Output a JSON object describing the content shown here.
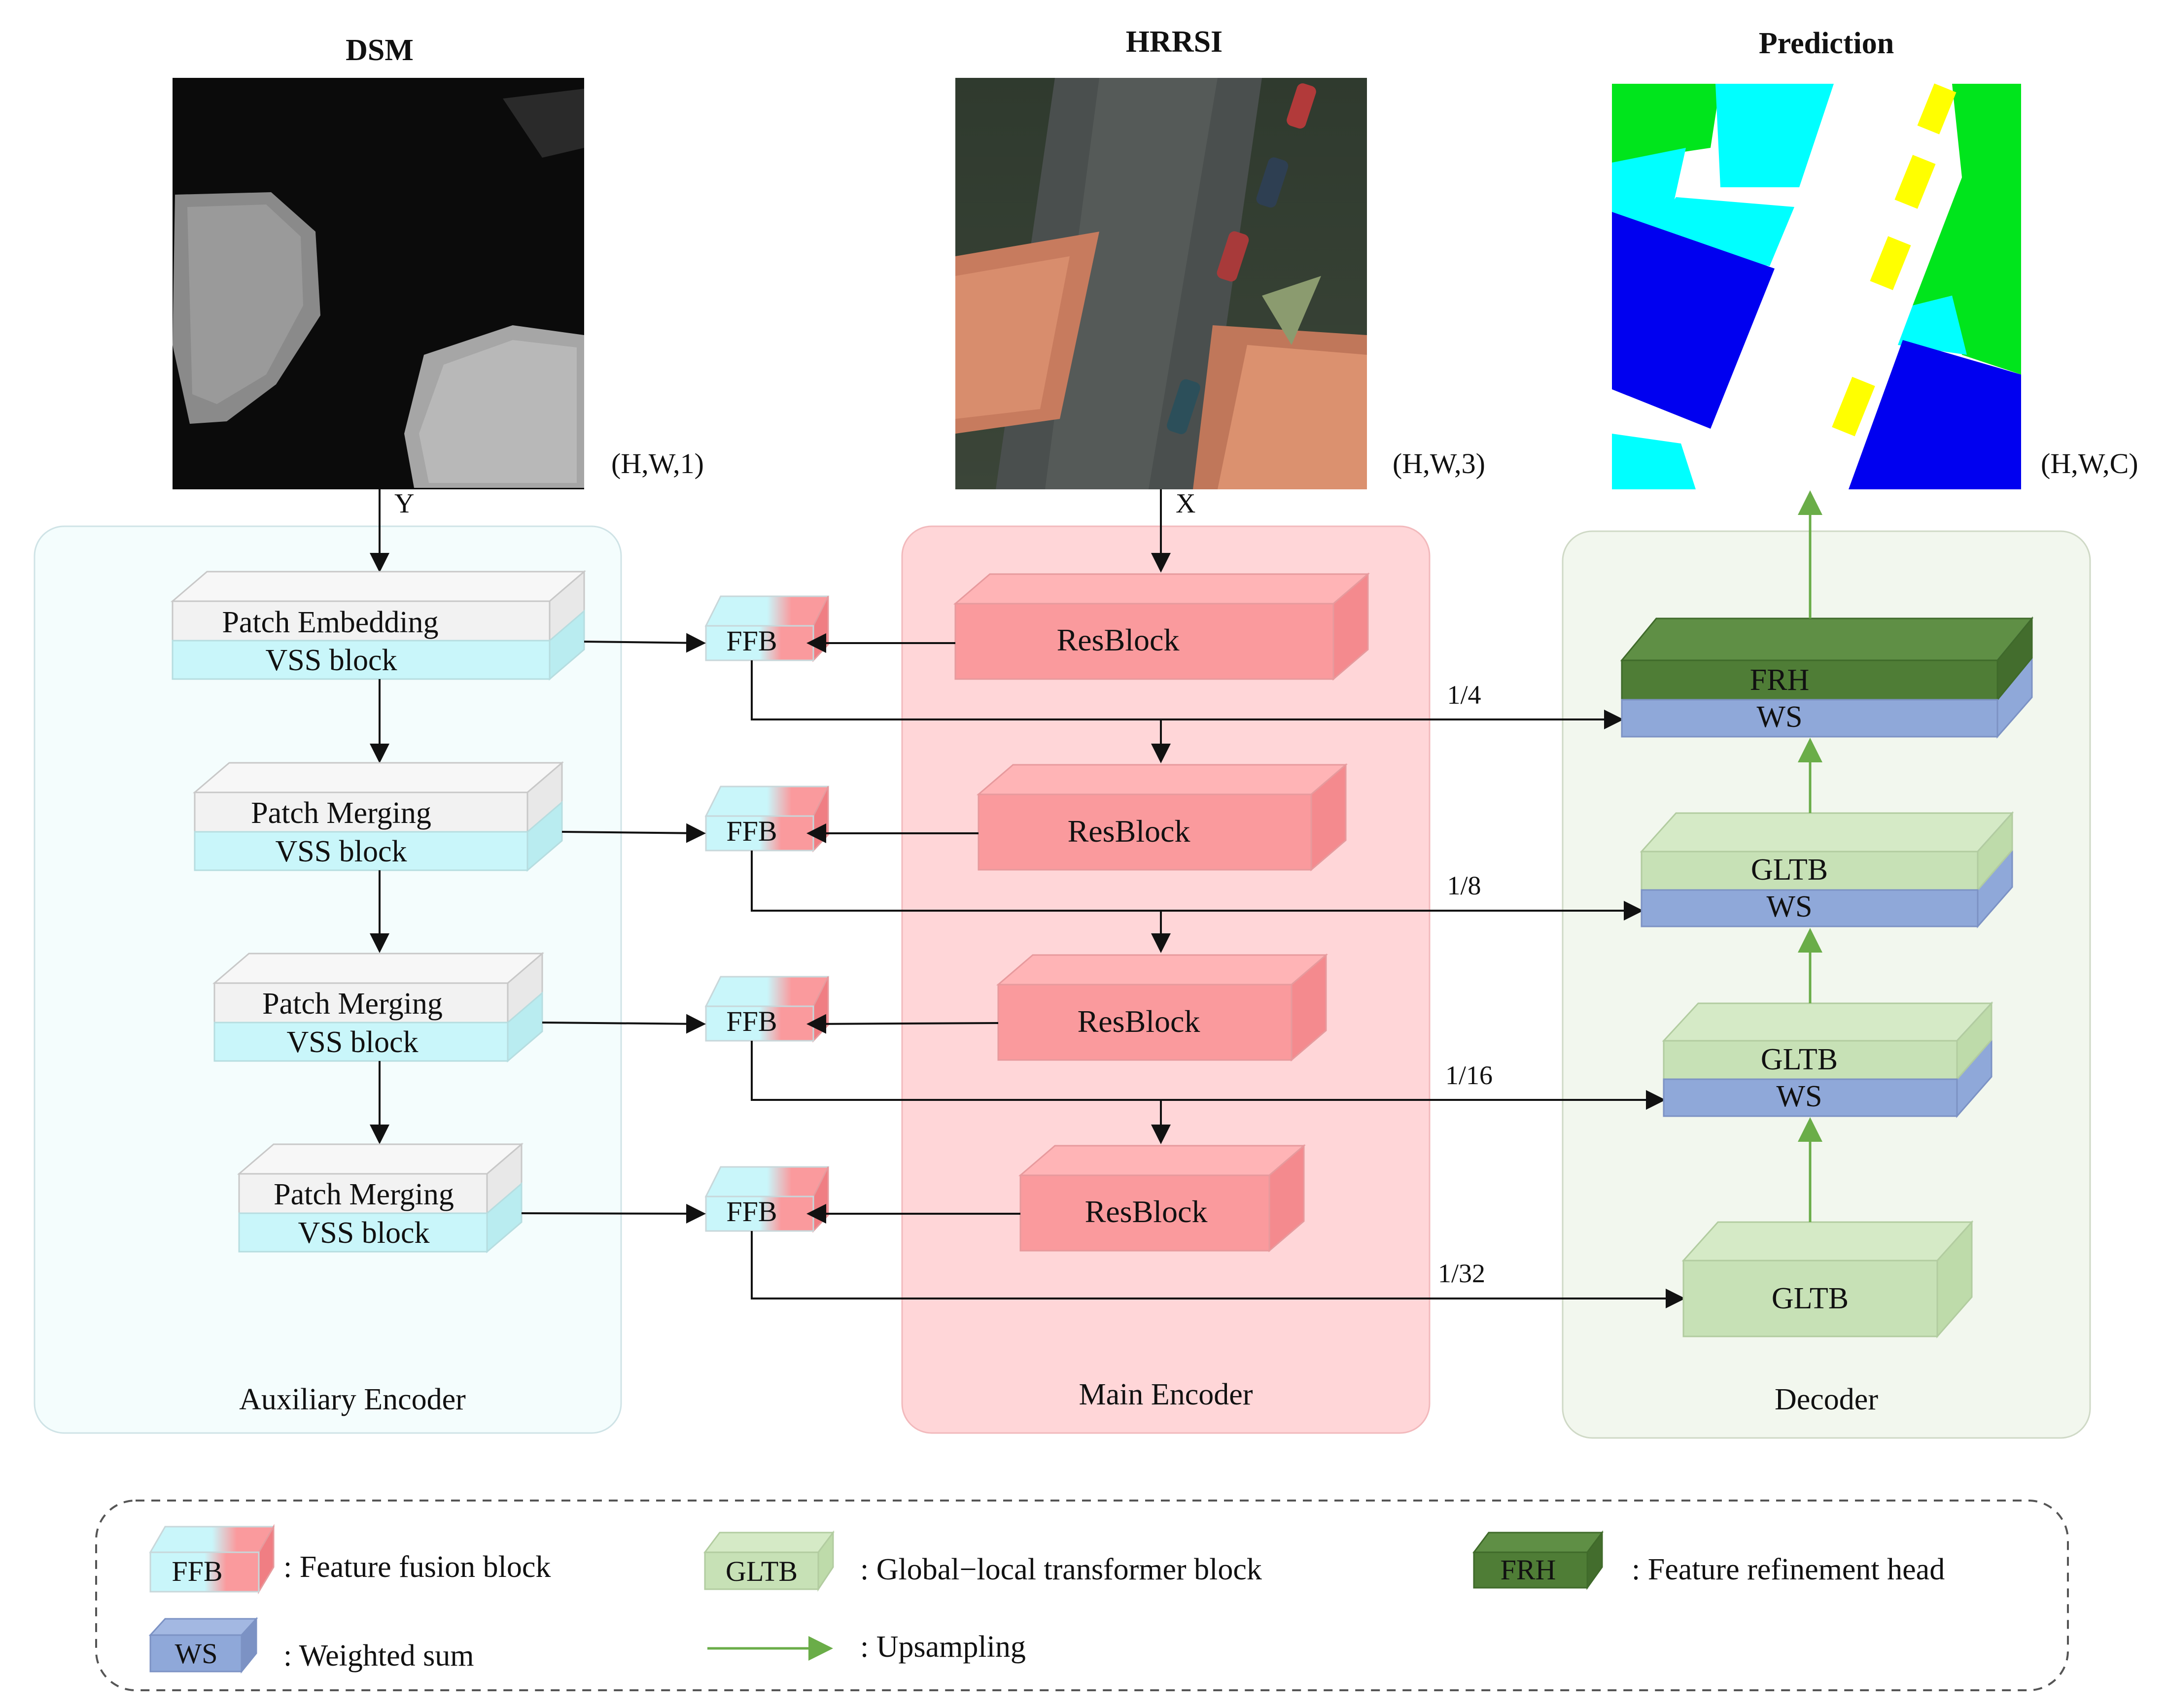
{
  "titles": {
    "dsm": "DSM",
    "hrrsi": "HRRSI",
    "prediction": "Prediction"
  },
  "dims": {
    "dsm": "(H,W,1)",
    "hrrsi": "(H,W,3)",
    "prediction": "(H,W,C)"
  },
  "inputs": {
    "y": "Y",
    "x": "X"
  },
  "aux": {
    "label": "Auxiliary Encoder",
    "blocks": [
      {
        "top": "Patch Embedding",
        "bottom": "VSS block"
      },
      {
        "top": "Patch Merging",
        "bottom": "VSS block"
      },
      {
        "top": "Patch Merging",
        "bottom": "VSS block"
      },
      {
        "top": "Patch Merging",
        "bottom": "VSS block"
      }
    ]
  },
  "ffb": {
    "label": "FFB"
  },
  "main": {
    "label": "Main Encoder",
    "block": "ResBlock"
  },
  "decoder": {
    "label": "Decoder",
    "frh": "FRH",
    "ws": "WS",
    "gltb": "GLTB"
  },
  "scales": [
    "1/4",
    "1/8",
    "1/16",
    "1/32"
  ],
  "legend": {
    "ffb_icon": "FFB",
    "ffb_text": ": Feature fusion block",
    "gltb_icon": "GLTB",
    "gltb_text": ": Global−local transformer block",
    "frh_icon": "FRH",
    "frh_text": ": Feature refinement head",
    "ws_icon": "WS",
    "ws_text": ": Weighted sum",
    "up_text": ": Upsampling"
  },
  "colors": {
    "aux_panel": "#f4fdfd",
    "main_panel": "#ffd6d8",
    "dec_panel": "#f2f7ee",
    "cyan": "#c9f6fa",
    "gray": "#f2f2f2",
    "red": "#fa9a9d",
    "light_green": "#c7e1b6",
    "dark_green": "#4f7d36",
    "blue": "#8fa8d9",
    "arrow_green": "#6aad48"
  }
}
